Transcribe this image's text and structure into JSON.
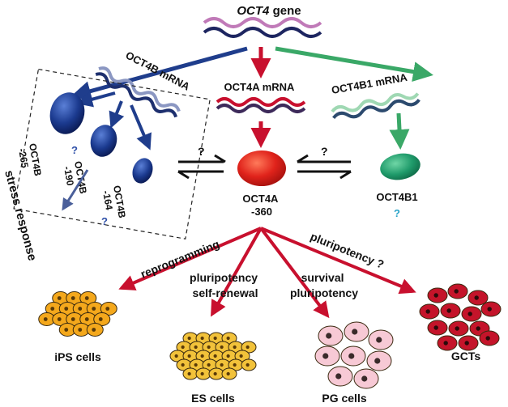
{
  "colors": {
    "blue": "#1f3d8c",
    "blue_dark": "#0d1e5c",
    "red": "#c8102e",
    "green": "#3aa867",
    "green_cell": "#1f9a6a",
    "oct4a_cell": "#e0231b",
    "question_blue": "#2e4fa8",
    "question_teal": "#2aa4c9",
    "ips_cell": "#f4a81c",
    "es_cell": "#f2c23a",
    "pg_cell": "#f7c9d5",
    "gct_cell": "#c4142a"
  },
  "labels": {
    "gene": "OCT4",
    "gene_suffix": " gene",
    "oct4b_mrna": "OCT4B mRNA",
    "oct4a_mrna": "OCT4A mRNA",
    "oct4b1_mrna": "OCT4B1 mRNA",
    "oct4b_name": "OCT4B",
    "oct4b_265": "-265",
    "oct4b_190": "-190",
    "oct4b_164": "-164",
    "oct4a_name": "OCT4A",
    "oct4a_360": "-360",
    "oct4b1_name": "OCT4B1",
    "question": "?",
    "stress_response": "stress response",
    "reprogramming": "reprogramming",
    "pluripotency_q": "pluripotency ?",
    "pluripotency": "pluripotency",
    "self_renewal": "self-renewal",
    "survival": "survival",
    "pluripotency2": "pluripotency",
    "ips_cells": "iPS cells",
    "es_cells": "ES cells",
    "pg_cells": "PG cells",
    "gcts": "GCTs"
  }
}
